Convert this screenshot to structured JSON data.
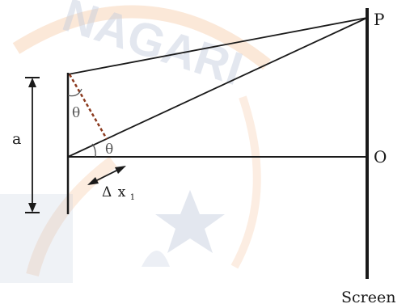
{
  "diagram": {
    "labels": {
      "point_p": "P",
      "point_o": "O",
      "screen": "Screen",
      "slit_width": "a",
      "theta_top": "θ",
      "theta_bottom": "θ",
      "delta": "Δ",
      "x_main": "x",
      "x_sub": "1"
    },
    "colors": {
      "ink": "#1a1a1a",
      "path_difference": "#8b3a1e",
      "watermark_blue": "#8fa0c2",
      "watermark_orange": "#f4b98a",
      "angle_gray": "#555555"
    }
  }
}
